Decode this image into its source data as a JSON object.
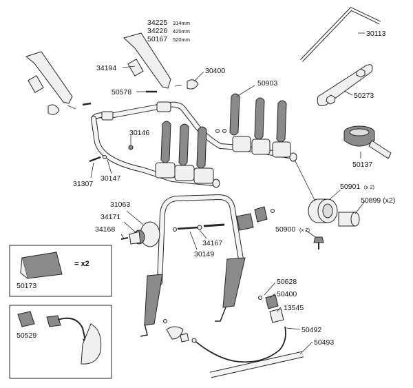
{
  "colors": {
    "line": "#222222",
    "fill_light": "#f0f0f0",
    "fill_dark": "#8a8a8a",
    "background": "#ffffff"
  },
  "labels": {
    "p34225": "34225",
    "p34225_size": "314mm",
    "p34226": "34226",
    "p34226_size": "420mm",
    "p50167": "50167",
    "p50167_size": "520mm",
    "p30113": "30113",
    "p34194": "34194",
    "p30400": "30400",
    "p50578": "50578",
    "p50903": "50903",
    "p50273": "50273",
    "p30146": "30146",
    "p50137": "50137",
    "p31307": "31307",
    "p30147": "30147",
    "p50901": "50901",
    "p50901_qty": "(x 2)",
    "p50899": "50899 (x2)",
    "p31063": "31063",
    "p34171": "34171",
    "p34168": "34168",
    "p50900": "50900",
    "p50900_qty": "(x 2)",
    "p34167": "34167",
    "p30149": "30149",
    "p50173": "50173",
    "p50173_qty": "= x2",
    "p50628": "50628",
    "p50400": "50400",
    "p13545": "13545",
    "p50529": "50529",
    "p50492": "50492",
    "p50493": "50493"
  }
}
